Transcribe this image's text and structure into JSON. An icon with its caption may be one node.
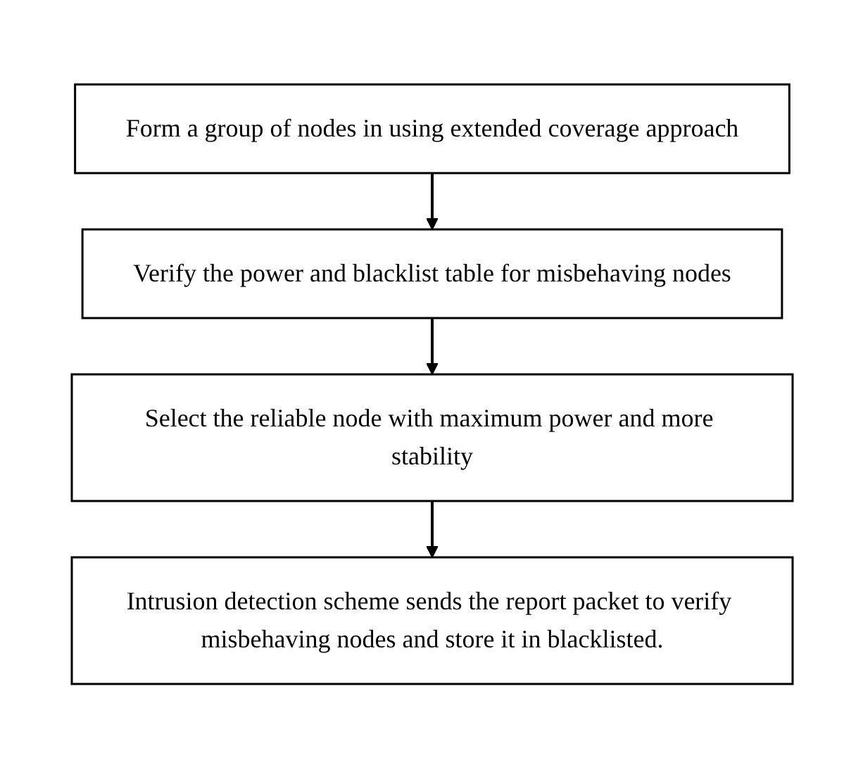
{
  "diagram": {
    "nodes": [
      {
        "text": [
          "Form a group of nodes in using extended coverage approach"
        ]
      },
      {
        "text": [
          "Verify the power and blacklist table for misbehaving nodes"
        ]
      },
      {
        "text": [
          "Select the reliable node with maximum power and more stability"
        ]
      },
      {
        "text": [
          "Intrusion detection scheme sends the report packet to verify misbehaving nodes and store it in blacklisted."
        ]
      }
    ],
    "edges": [
      {
        "from": 0,
        "to": 1,
        "arrow": "to"
      },
      {
        "from": 1,
        "to": 2,
        "arrow": "to"
      },
      {
        "from": 2,
        "to": 3,
        "arrow": "to"
      }
    ]
  }
}
